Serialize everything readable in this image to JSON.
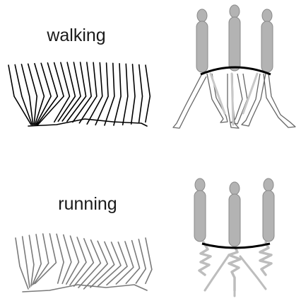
{
  "panels": [
    {
      "id": "walking",
      "label": "walking"
    },
    {
      "id": "running",
      "label": "running"
    }
  ],
  "colors": {
    "background": "#ffffff",
    "walking_stick": "#000000",
    "running_stick": "#7a7a7a",
    "body_fill": "#b3b3b3",
    "trajectory_arc": "#000000",
    "walking_leg_outline": "#666666",
    "running_leg": "#bdbdbd"
  }
}
